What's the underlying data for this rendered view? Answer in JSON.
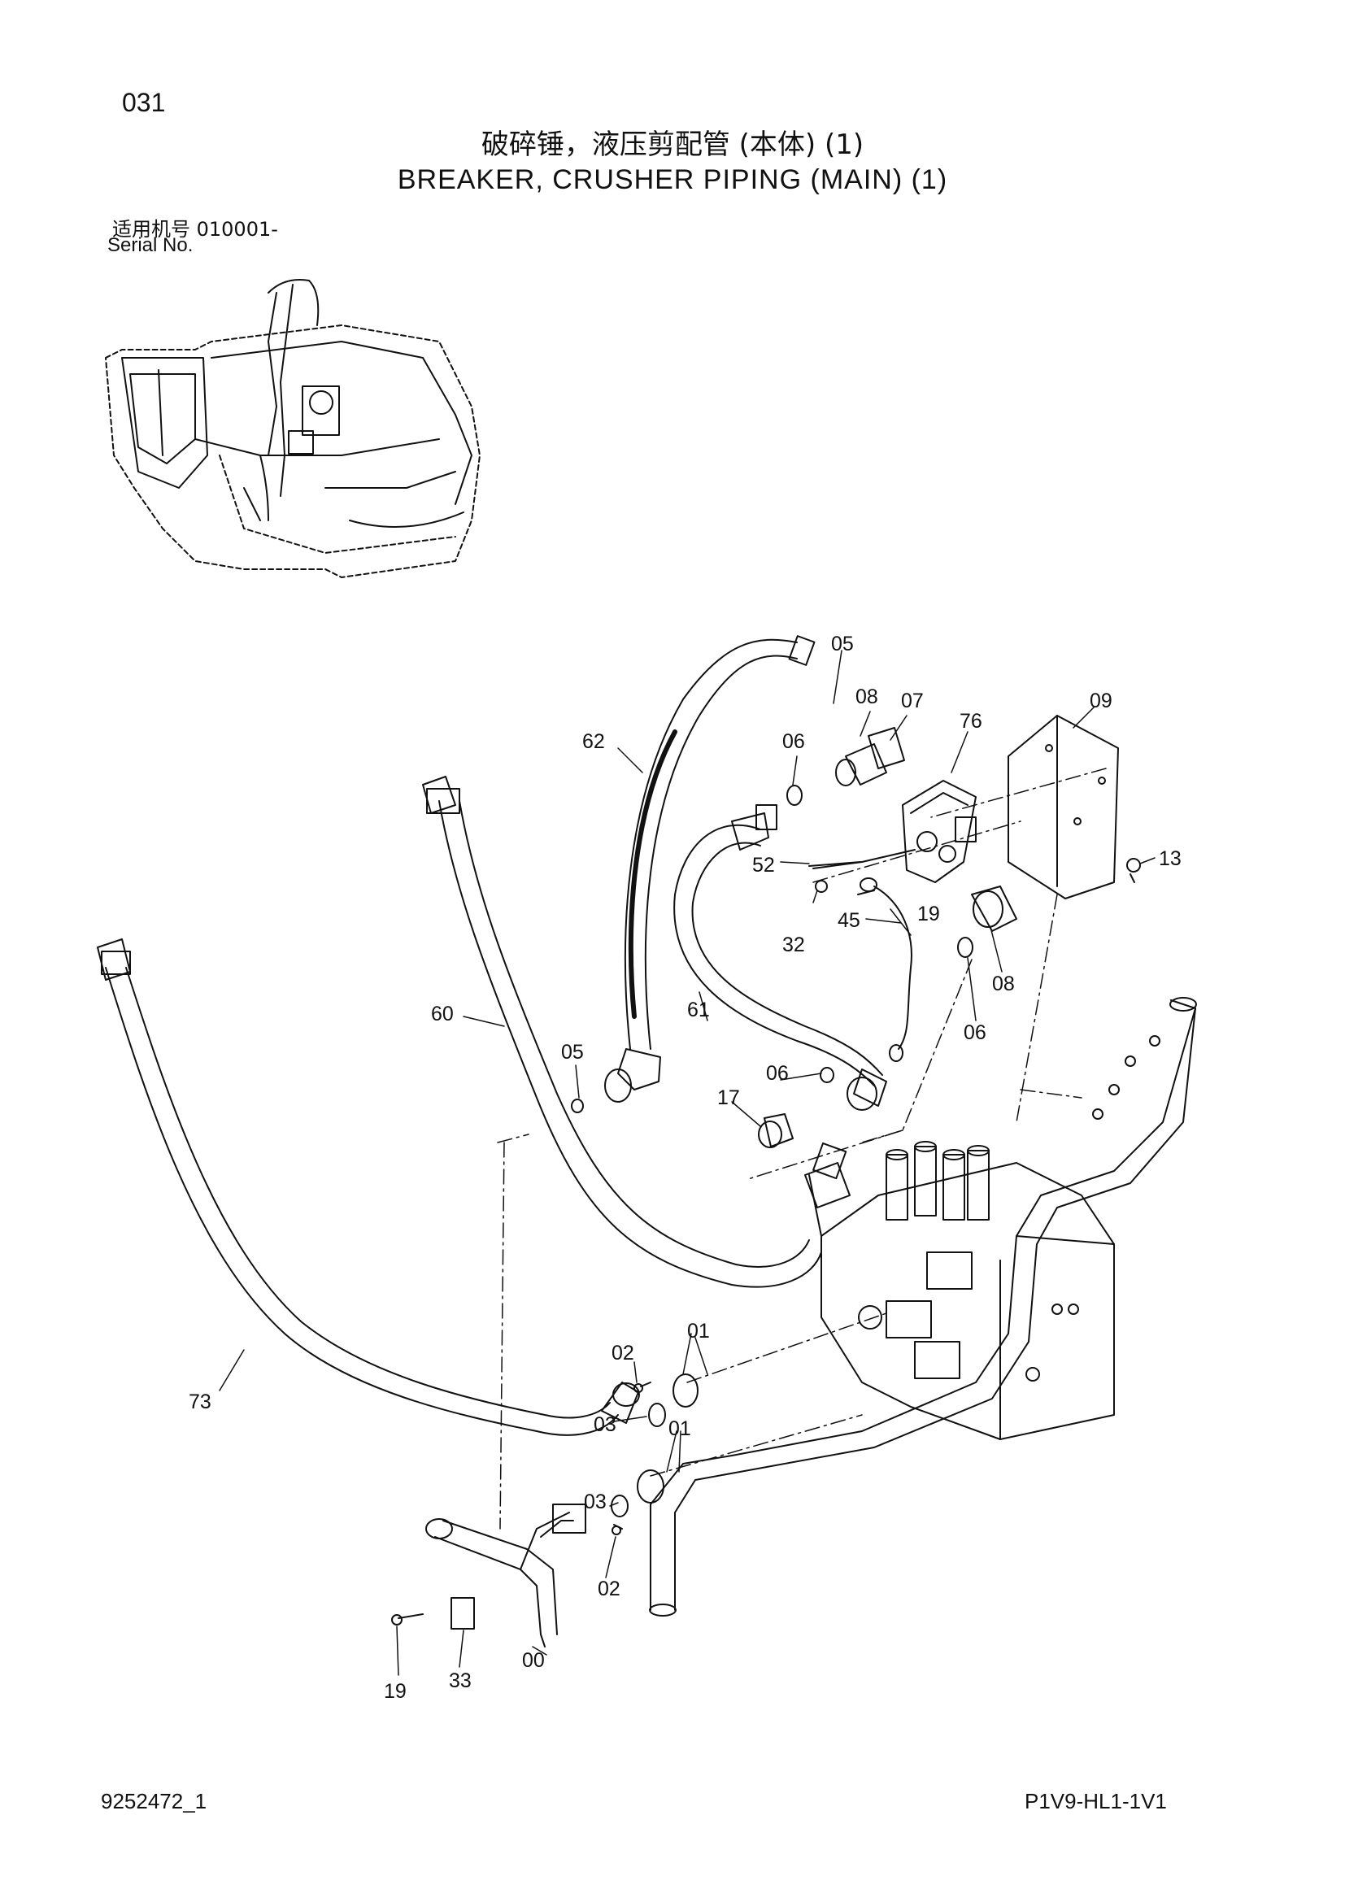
{
  "page": {
    "number": "031",
    "title_cn": "破碎锤，液压剪配管 (本体) (1)",
    "title_en": "BREAKER, CRUSHER PIPING (MAIN) (1)",
    "serial_label_cn": "适用机号 010001-",
    "serial_label_en": "Serial No.",
    "doc_number": "9252472_1",
    "doc_code": "P1V9-HL1-1V1"
  },
  "callouts": [
    "05",
    "08",
    "07",
    "76",
    "09",
    "62",
    "06",
    "52",
    "13",
    "19",
    "32",
    "45",
    "08",
    "06",
    "60",
    "61",
    "05",
    "06",
    "17",
    "02",
    "01",
    "73",
    "03",
    "01",
    "03",
    "02",
    "19",
    "33",
    "00"
  ],
  "colors": {
    "line": "#111111",
    "background": "#ffffff"
  }
}
